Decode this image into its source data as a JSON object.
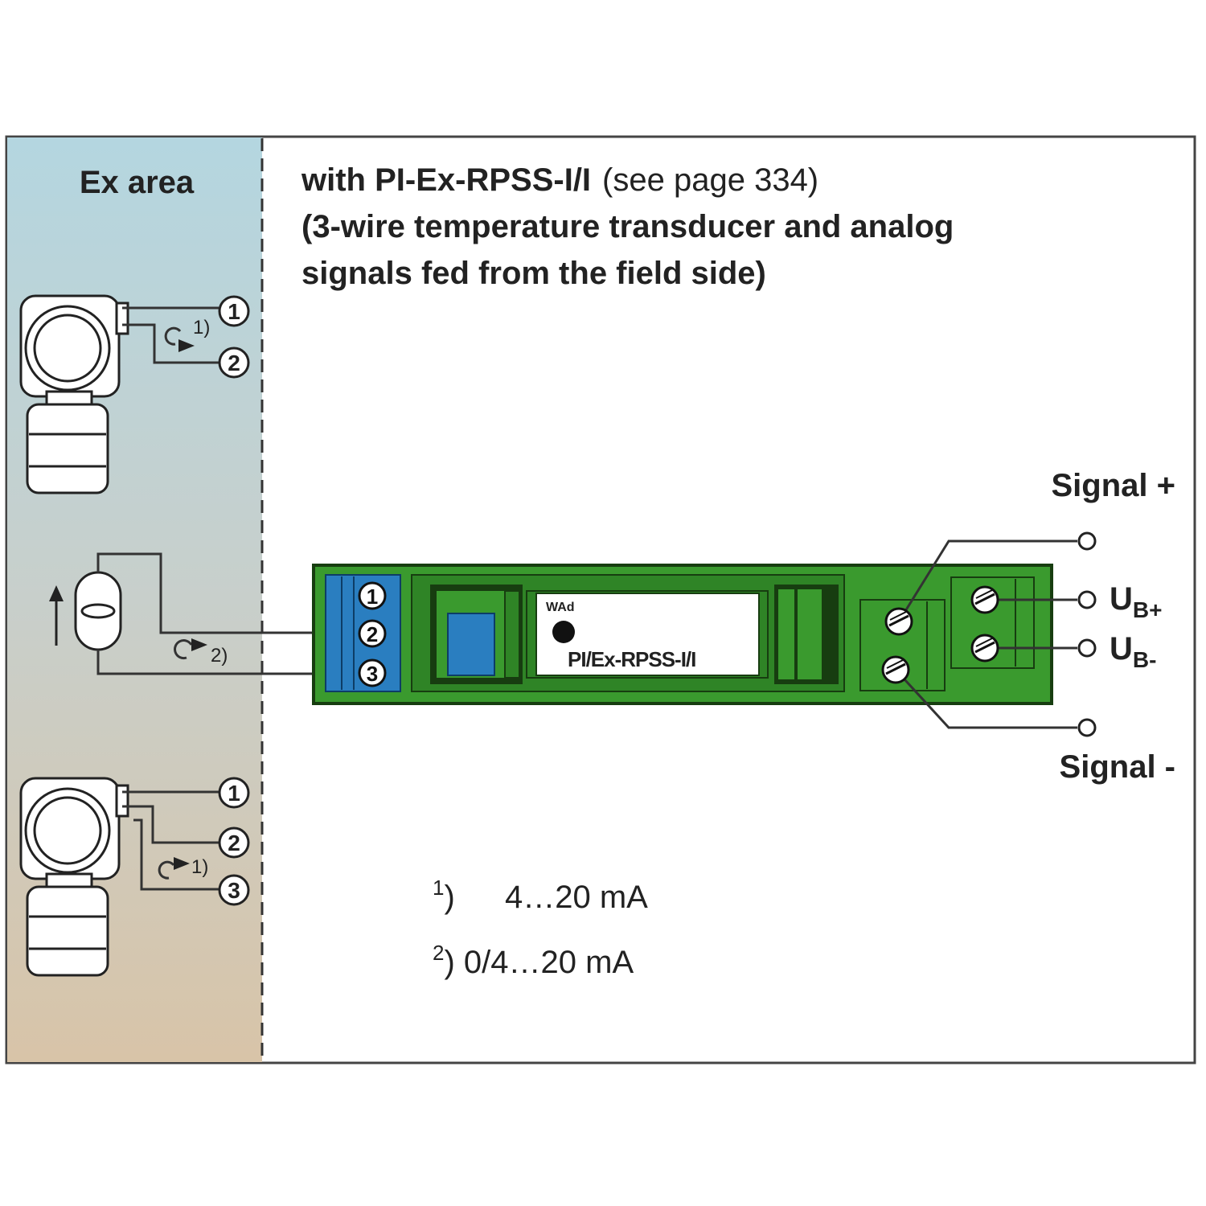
{
  "ex_area": {
    "label": "Ex area"
  },
  "heading": {
    "line1_bold": "with PI-Ex-RPSS-I/I",
    "line1_normal": "(see page 334)",
    "line2": "(3-wire temperature transducer and analog",
    "line3": "signals fed from the field side)"
  },
  "field_devices": {
    "transmitter_top": {
      "terminals": [
        "1",
        "2"
      ],
      "note_mark": "1)"
    },
    "current_source": {
      "note_mark": "2)"
    },
    "transmitter_bottom": {
      "terminals": [
        "1",
        "2",
        "3"
      ],
      "note_mark": "1)"
    }
  },
  "module": {
    "input_terminals": [
      "1",
      "2",
      "3"
    ],
    "led_label": "WAd",
    "name": "PI/Ex-RPSS-I/I"
  },
  "outputs": {
    "signal_plus": "Signal +",
    "ub_plus": {
      "base": "U",
      "sub": "B+"
    },
    "ub_minus": {
      "base": "U",
      "sub": "B-"
    },
    "signal_minus": "Signal -"
  },
  "footnotes": [
    {
      "mark": "1",
      "text": "4…20 mA"
    },
    {
      "mark": "2",
      "text": "0/4…20 mA"
    }
  ],
  "colors": {
    "ex_area_top": "#b4d6e0",
    "ex_area_bottom": "#d8c4a8",
    "module_green": "#3a9a2e",
    "module_dark": "#173d10",
    "terminal_blue": "#2a7ec0",
    "line": "#333333"
  }
}
